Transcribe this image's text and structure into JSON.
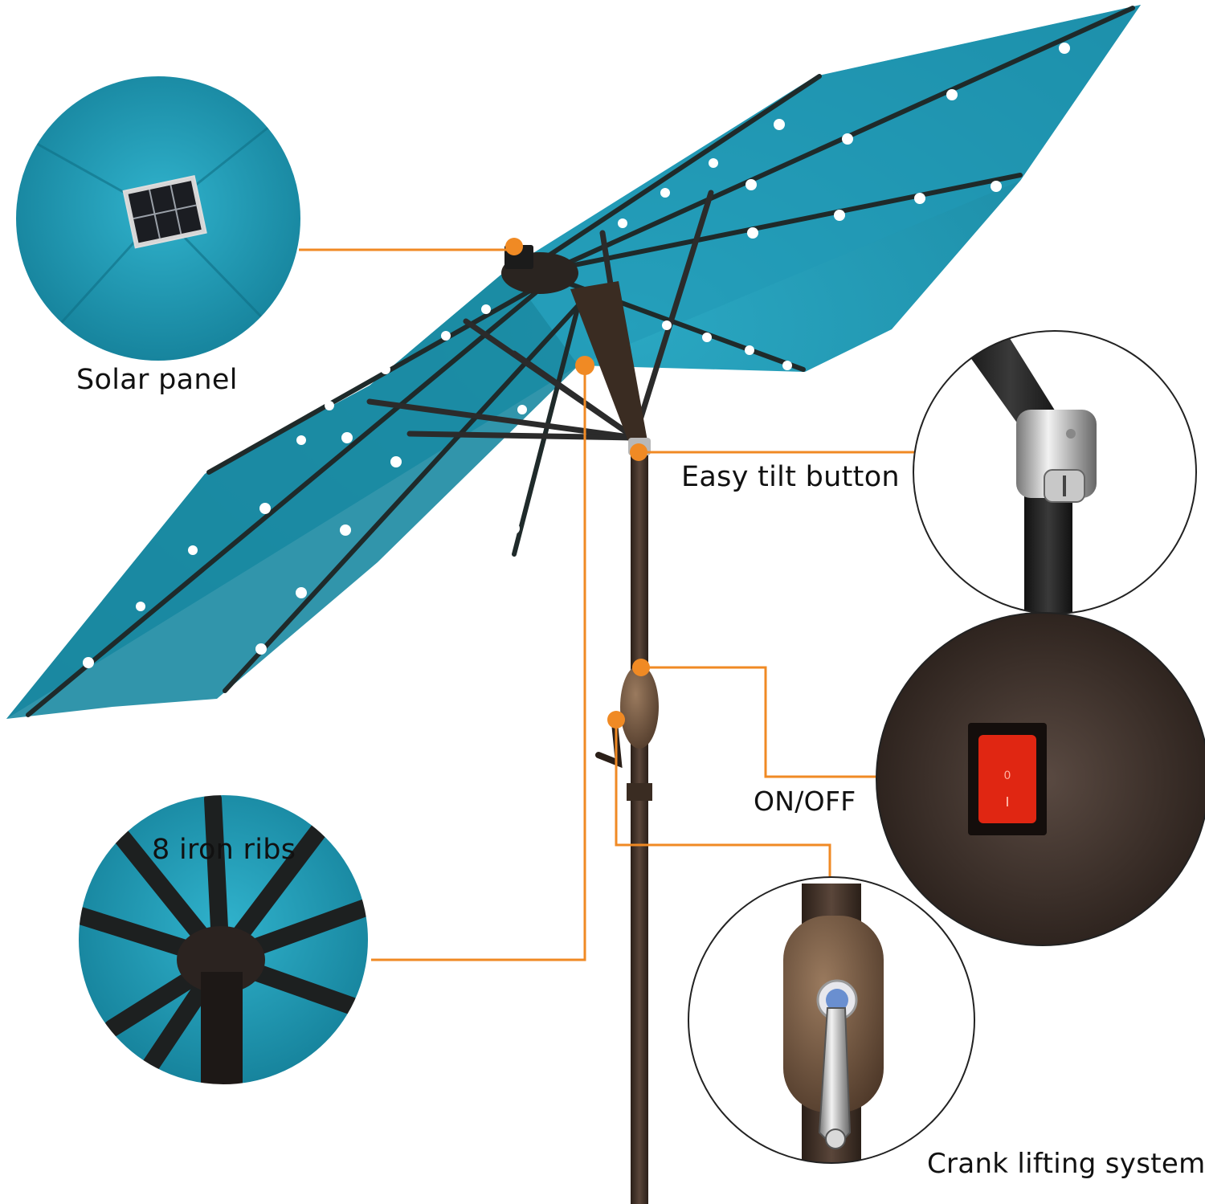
{
  "product": {
    "canopy_color": "#1a8fa8",
    "accent_color": "#f08a24",
    "frame_color": "#3a2c22"
  },
  "callouts": [
    {
      "id": "solar",
      "label": "Solar panel",
      "icon": "solar-panel-icon"
    },
    {
      "id": "tilt",
      "label": "Easy tilt button",
      "icon": "tilt-joint-icon"
    },
    {
      "id": "switch",
      "label": "ON/OFF",
      "icon": "power-switch-icon"
    },
    {
      "id": "ribs",
      "label": "8 iron ribs",
      "icon": "ribs-icon"
    },
    {
      "id": "crank",
      "label": "Crank lifting system",
      "icon": "crank-icon"
    }
  ]
}
